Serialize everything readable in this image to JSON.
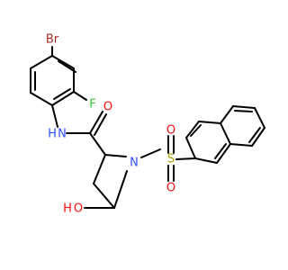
{
  "molecule": {
    "atoms": {
      "br": {
        "symbol": "Br",
        "color": "#a62929"
      },
      "f": {
        "symbol": "F",
        "color": "#33cc33"
      },
      "n_amide": {
        "symbol": "N",
        "color": "#3050f8"
      },
      "h_amide": {
        "symbol": "H",
        "color": "#3050f8"
      },
      "o_carbonyl": {
        "symbol": "O",
        "color": "#ff0d0d"
      },
      "n_ring": {
        "symbol": "N",
        "color": "#3050f8"
      },
      "s": {
        "symbol": "S",
        "color": "#b2a000"
      },
      "o_s1": {
        "symbol": "O",
        "color": "#ff0d0d"
      },
      "o_s2": {
        "symbol": "O",
        "color": "#ff0d0d"
      },
      "oh_o": {
        "symbol": "O",
        "color": "#ff0d0d"
      },
      "oh_h": {
        "symbol": "H",
        "color": "#ff0d0d"
      }
    },
    "bond_color": "#000000"
  }
}
